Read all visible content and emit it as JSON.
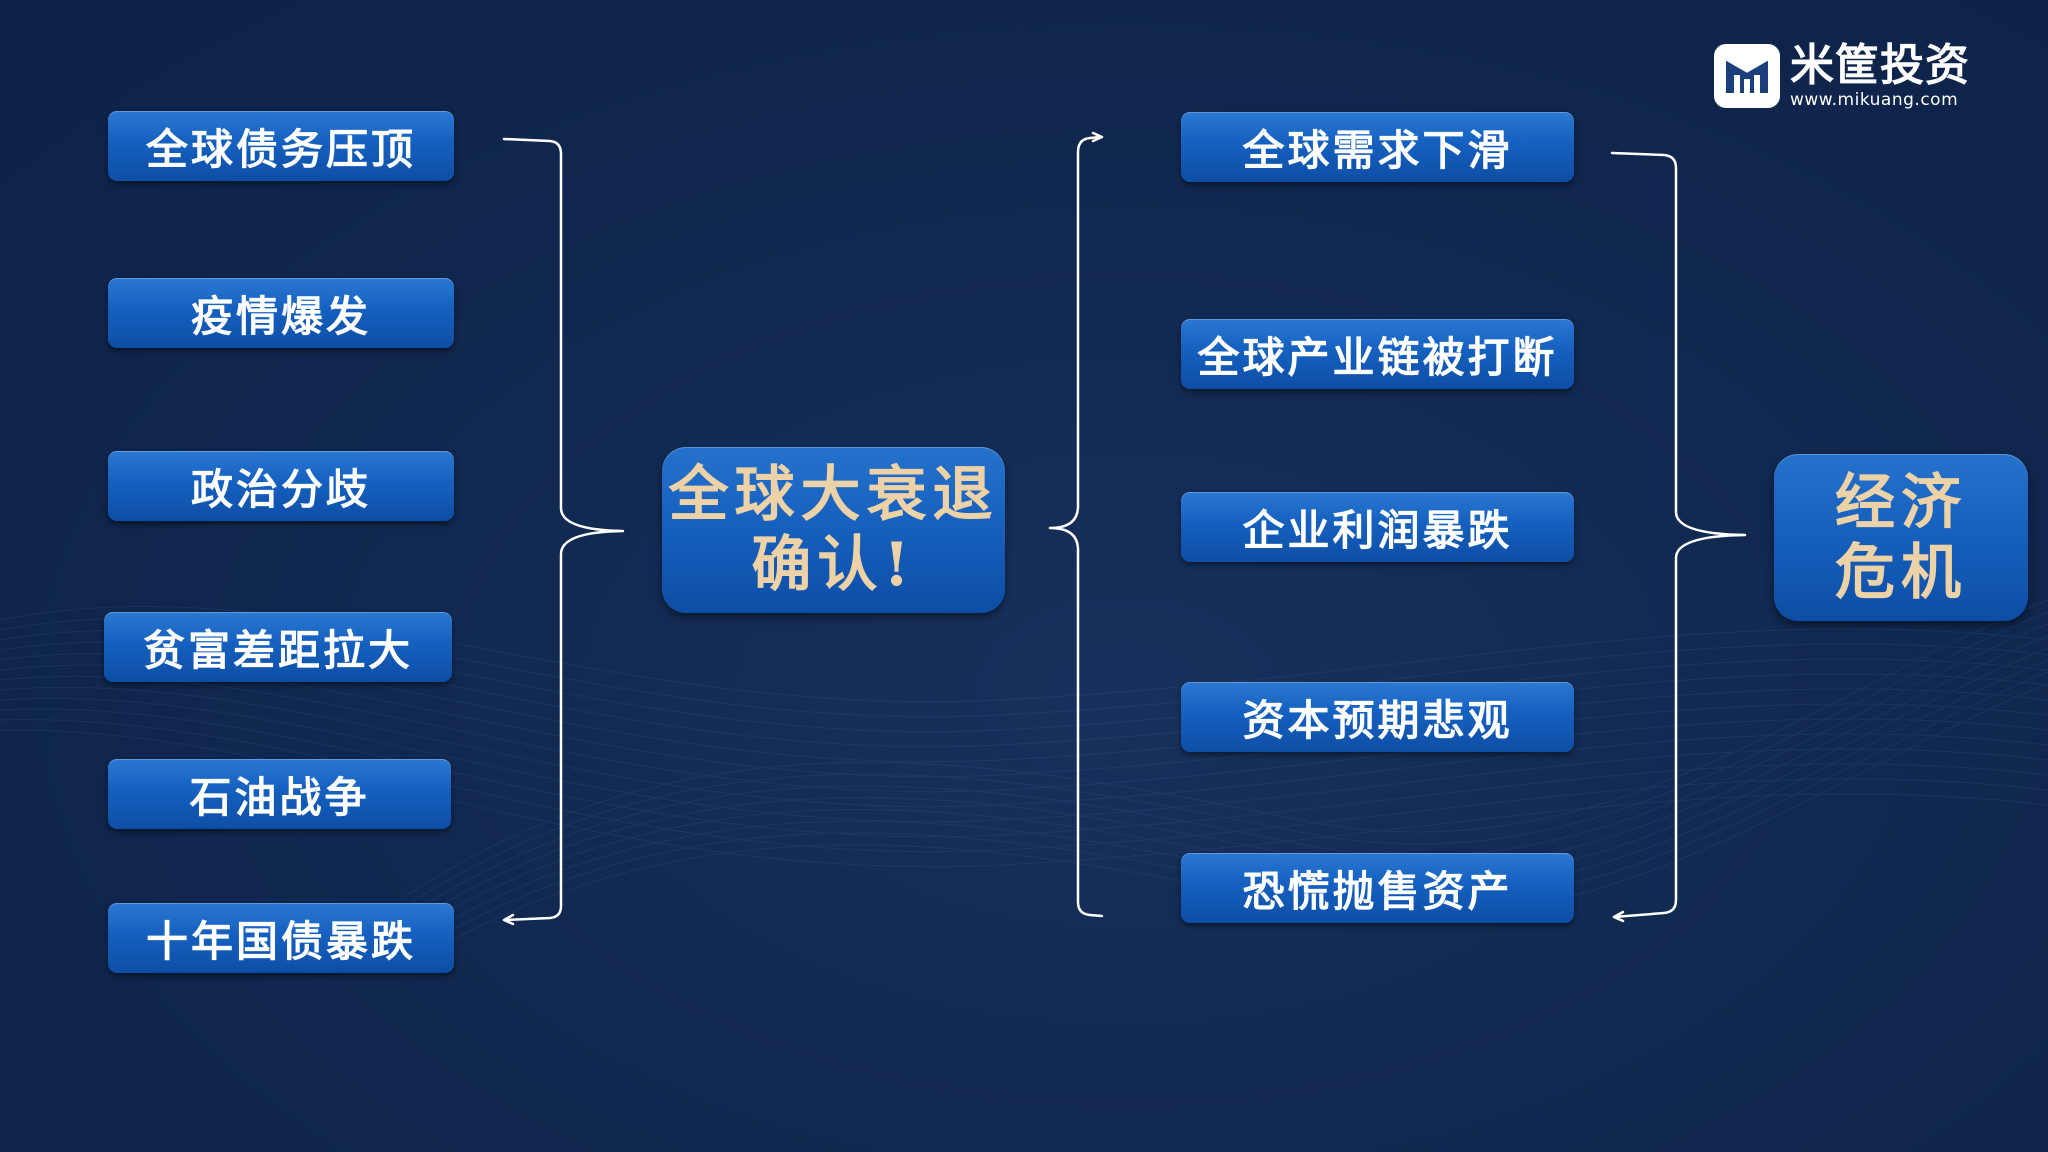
{
  "left_causes": [
    "全球债务压顶",
    "疫情爆发",
    "政治分歧",
    "贫富差距拉大",
    "石油战争",
    "十年国债暴跌"
  ],
  "center": {
    "line1": "全球大衰退",
    "line2": "确认!"
  },
  "right_effects": [
    "全球需求下滑",
    "全球产业链被打断",
    "企业利润暴跌",
    "资本预期悲观",
    "恐慌抛售资产"
  ],
  "result": {
    "line1": "经济",
    "line2": "危机"
  },
  "logo": {
    "name": "米筐投资",
    "url": "www.mikuang.com"
  },
  "colors": {
    "background": "#112850",
    "box_blue": "#1560bf",
    "highlight_text": "#ecd2a6",
    "bracket": "#ffffff"
  }
}
